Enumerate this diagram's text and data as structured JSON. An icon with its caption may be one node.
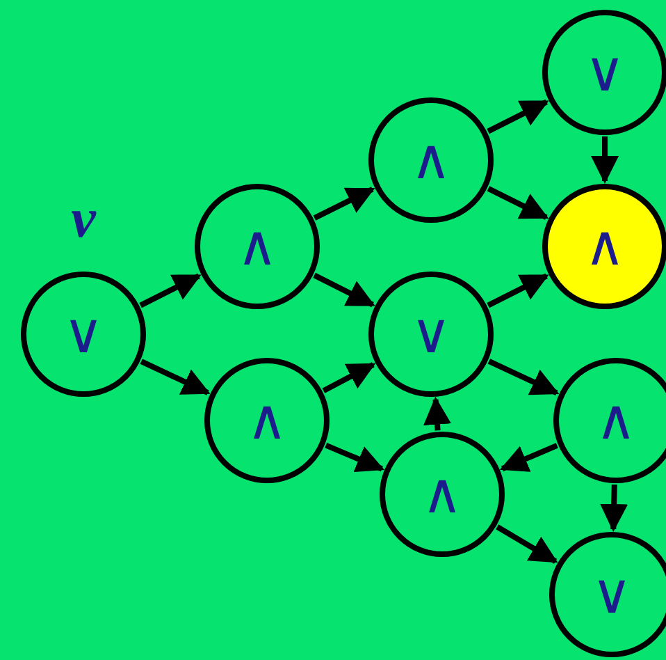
{
  "diagram": {
    "nodes": [
      {
        "text": [
          "∨"
        ],
        "beside": [
          "v"
        ]
      },
      {
        "text": [
          "∧"
        ]
      },
      {
        "text": [
          "∧"
        ]
      },
      {
        "text": [
          "∧"
        ]
      },
      {
        "text": [
          "∨"
        ]
      },
      {
        "text": [
          "∧"
        ]
      },
      {
        "text": [
          "∨"
        ]
      },
      {
        "text": [
          "∧"
        ]
      },
      {
        "text": [
          "∧"
        ]
      },
      {
        "text": [
          "∨"
        ]
      }
    ],
    "edges": [
      {
        "from": 0,
        "to": 1,
        "arrow": "to"
      },
      {
        "from": 0,
        "to": 2,
        "arrow": "to"
      },
      {
        "from": 1,
        "to": 3,
        "arrow": "to"
      },
      {
        "from": 1,
        "to": 4,
        "arrow": "to"
      },
      {
        "from": 2,
        "to": 4,
        "arrow": "to"
      },
      {
        "from": 2,
        "to": 5,
        "arrow": "to"
      },
      {
        "from": 3,
        "to": 6,
        "arrow": "to"
      },
      {
        "from": 3,
        "to": 7,
        "arrow": "to"
      },
      {
        "from": 6,
        "to": 7,
        "arrow": "to"
      },
      {
        "from": 4,
        "to": 7,
        "arrow": "to"
      },
      {
        "from": 5,
        "to": 4,
        "arrow": "to"
      },
      {
        "from": 4,
        "to": 8,
        "arrow": "to"
      },
      {
        "from": 8,
        "to": 5,
        "arrow": "to"
      },
      {
        "from": 8,
        "to": 9,
        "arrow": "to"
      },
      {
        "from": 5,
        "to": 9,
        "arrow": "to"
      }
    ]
  }
}
